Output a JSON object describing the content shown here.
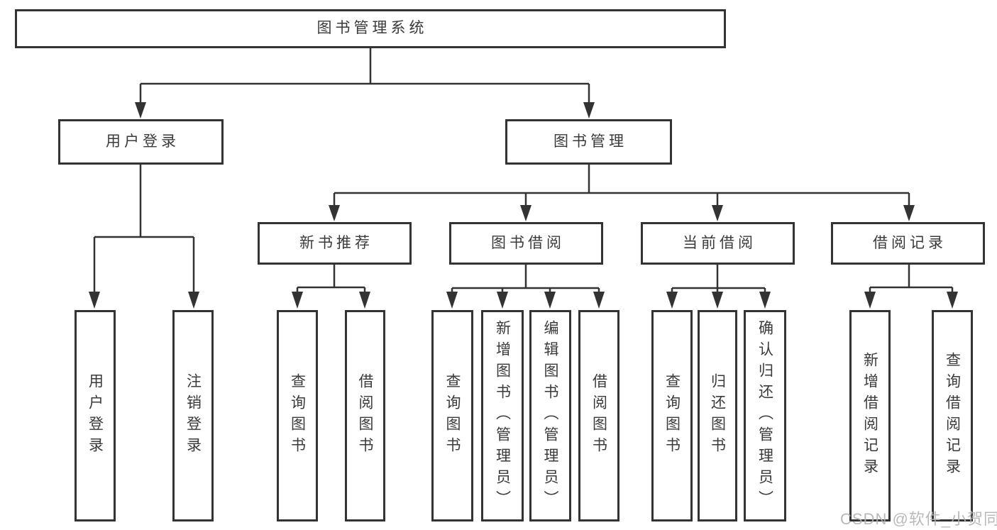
{
  "diagram": {
    "root": {
      "label": "图书管理系统"
    },
    "branches": [
      {
        "label": "用户登录",
        "children": [
          {
            "label": "用户登录"
          },
          {
            "label": "注销登录"
          }
        ]
      },
      {
        "label": "图书管理",
        "children": [
          {
            "label": "新书推荐",
            "children": [
              {
                "label": "查询图书"
              },
              {
                "label": "借阅图书"
              }
            ]
          },
          {
            "label": "图书借阅",
            "children": [
              {
                "label": "查询图书"
              },
              {
                "label": "新增图书（管理员）"
              },
              {
                "label": "编辑图书（管理员）"
              },
              {
                "label": "借阅图书"
              }
            ]
          },
          {
            "label": "当前借阅",
            "children": [
              {
                "label": "查询图书"
              },
              {
                "label": "归还图书"
              },
              {
                "label": "确认归还（管理员）"
              }
            ]
          },
          {
            "label": "借阅记录",
            "children": [
              {
                "label": "新增借阅记录"
              },
              {
                "label": "查询借阅记录"
              }
            ]
          }
        ]
      }
    ]
  },
  "watermark": {
    "text": "CSDN @软件_小贺同学",
    "color": "#b2b2b2"
  },
  "colors": {
    "line": "#333333",
    "text": "#3a3a3a",
    "background": "#ffffff"
  }
}
